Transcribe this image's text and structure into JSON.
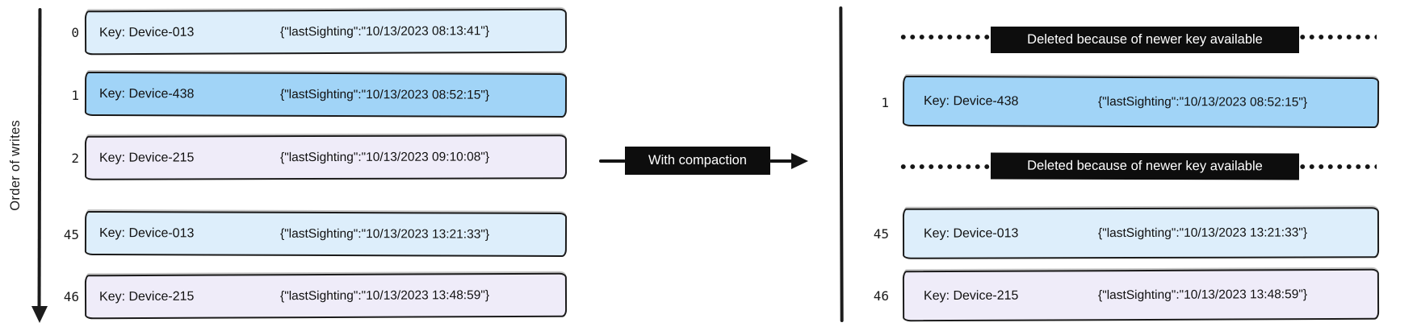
{
  "axis": {
    "label": "Order of writes"
  },
  "arrow": {
    "label": "With compaction"
  },
  "deleted": {
    "label": "Deleted because of newer key available"
  },
  "left_rows": [
    {
      "index": "0",
      "key": "Key: Device-013",
      "value": "{\"lastSighting\":\"10/13/2023 08:13:41\"}",
      "color": "#ddeefb"
    },
    {
      "index": "1",
      "key": "Key: Device-438",
      "value": "{\"lastSighting\":\"10/13/2023 08:52:15\"}",
      "color": "#a1d4f7"
    },
    {
      "index": "2",
      "key": "Key: Device-215",
      "value": "{\"lastSighting\":\"10/13/2023 09:10:08\"}",
      "color": "#efecf9"
    },
    {
      "index": "45",
      "key": "Key: Device-013",
      "value": "{\"lastSighting\":\"10/13/2023 13:21:33\"}",
      "color": "#ddeefb"
    },
    {
      "index": "46",
      "key": "Key: Device-215",
      "value": "{\"lastSighting\":\"10/13/2023 13:48:59\"}",
      "color": "#efecf9"
    }
  ],
  "right_rows": [
    {
      "index": "1",
      "key": "Key: Device-438",
      "value": "{\"lastSighting\":\"10/13/2023 08:52:15\"}",
      "color": "#a1d4f7"
    },
    {
      "index": "45",
      "key": "Key: Device-013",
      "value": "{\"lastSighting\":\"10/13/2023 13:21:33\"}",
      "color": "#ddeefb"
    },
    {
      "index": "46",
      "key": "Key: Device-215",
      "value": "{\"lastSighting\":\"10/13/2023 13:48:59\"}",
      "color": "#efecf9"
    }
  ],
  "colors": {
    "light_blue": "#ddeefb",
    "medium_blue": "#a1d4f7",
    "lavender": "#efecf9",
    "label_bg": "#0d0d0d",
    "stroke": "#1b1b1b"
  }
}
